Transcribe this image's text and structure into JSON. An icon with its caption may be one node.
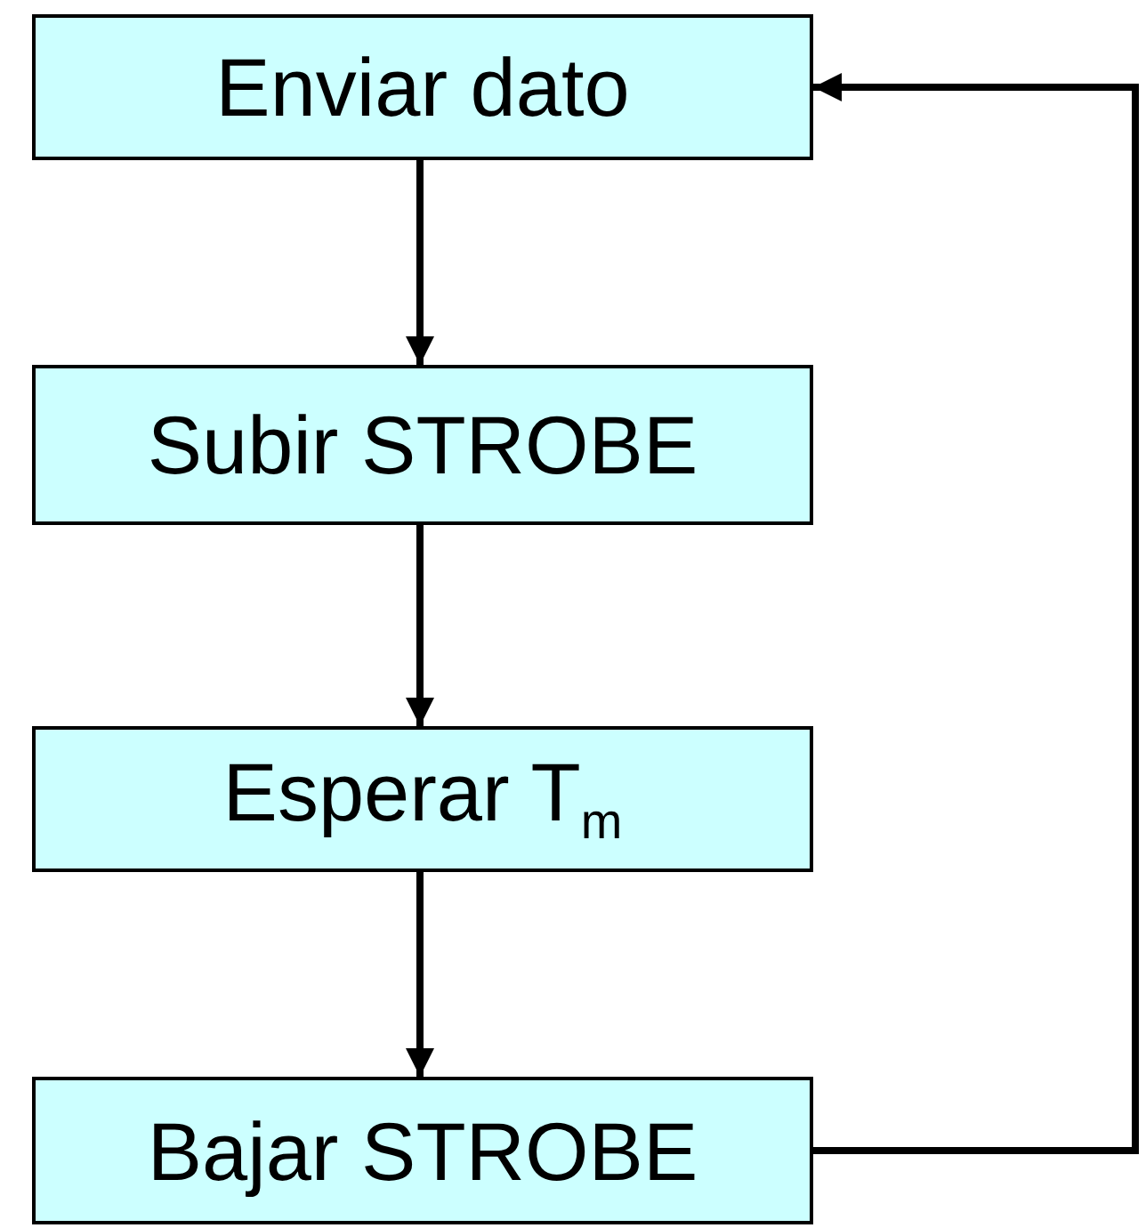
{
  "diagram": {
    "nodes": [
      {
        "text": [
          "Enviar dato"
        ]
      },
      {
        "text": [
          "Subir STROBE"
        ]
      },
      {
        "text": [
          "Esperar T$_{m}$"
        ]
      },
      {
        "text": [
          "Bajar STROBE"
        ]
      }
    ],
    "edges": [
      {
        "from": 0,
        "to": 1,
        "arrow": "to"
      },
      {
        "from": 1,
        "to": 2,
        "arrow": "to"
      },
      {
        "from": 2,
        "to": 3,
        "arrow": "to"
      },
      {
        "from": 3,
        "to": 0,
        "arrow": "to"
      }
    ]
  }
}
